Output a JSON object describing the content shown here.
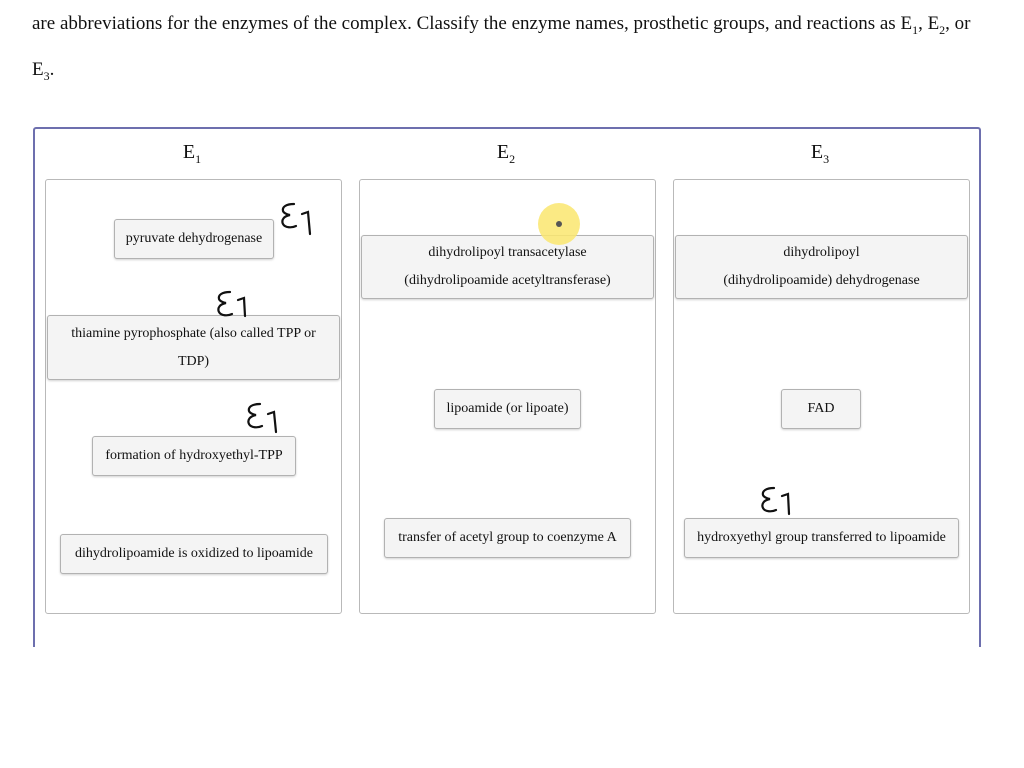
{
  "question": {
    "line1": "are abbreviations for the enzymes of the complex. Classify the enzyme names, prosthetic groups, and reactions as ",
    "e_letter": "E",
    "sub1": "1",
    "sep1": ", ",
    "sub2": "2",
    "sep2": ", or",
    "sub3": "3",
    "end": "."
  },
  "columns": [
    {
      "letter": "E",
      "sub": "1"
    },
    {
      "letter": "E",
      "sub": "2"
    },
    {
      "letter": "E",
      "sub": "3"
    }
  ],
  "chips": {
    "c1": [
      "pyruvate dehydrogenase"
    ],
    "c2": [
      "thiamine pyrophosphate (also called TPP or",
      "TDP)"
    ],
    "c3": [
      "formation of hydroxyethyl-TPP"
    ],
    "c4": [
      "dihydrolipoamide is oxidized to lipoamide"
    ],
    "c5": [
      "dihydrolipoyl transacetylase",
      "(dihydrolipoamide acetyltransferase)"
    ],
    "c6": [
      "lipoamide (or lipoate)"
    ],
    "c7": [
      "transfer of acetyl group to coenzyme A"
    ],
    "c8": [
      "dihydrolipoyl",
      "(dihydrolipoamide) dehydrogenase"
    ],
    "c9": [
      "FAD"
    ],
    "c10": [
      "hydroxyethyl group transferred to lipoamide"
    ]
  }
}
